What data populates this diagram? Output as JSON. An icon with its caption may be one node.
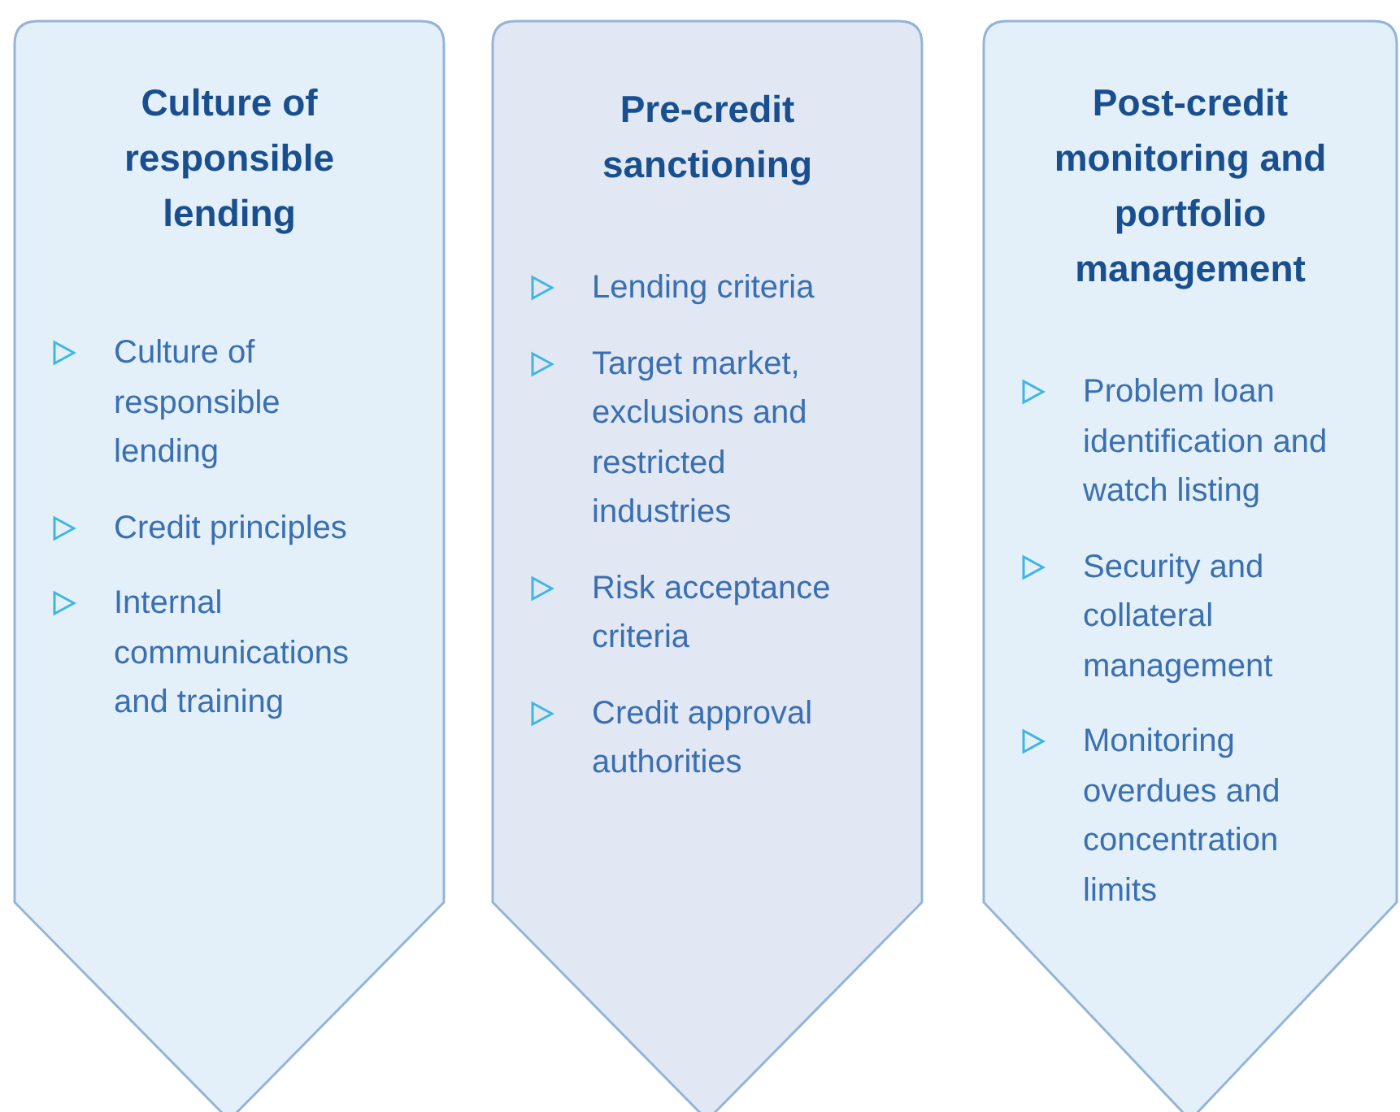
{
  "diagram": {
    "nodes": [
      {
        "text": [
          "Culture of responsible lending",
          "Culture of responsible lending",
          "Credit principles",
          "Internal communications and training"
        ]
      },
      {
        "text": [
          "Pre-credit sanctioning",
          "Lending criteria",
          "Target market, exclusions and restricted industries",
          "Risk acceptance criteria",
          "Credit approval authorities"
        ]
      },
      {
        "text": [
          "Post-credit monitoring and portfolio management",
          "Problem loan identification and watch listing",
          "Security and collateral management",
          "Monitoring overdues and concentration limits"
        ]
      }
    ]
  }
}
